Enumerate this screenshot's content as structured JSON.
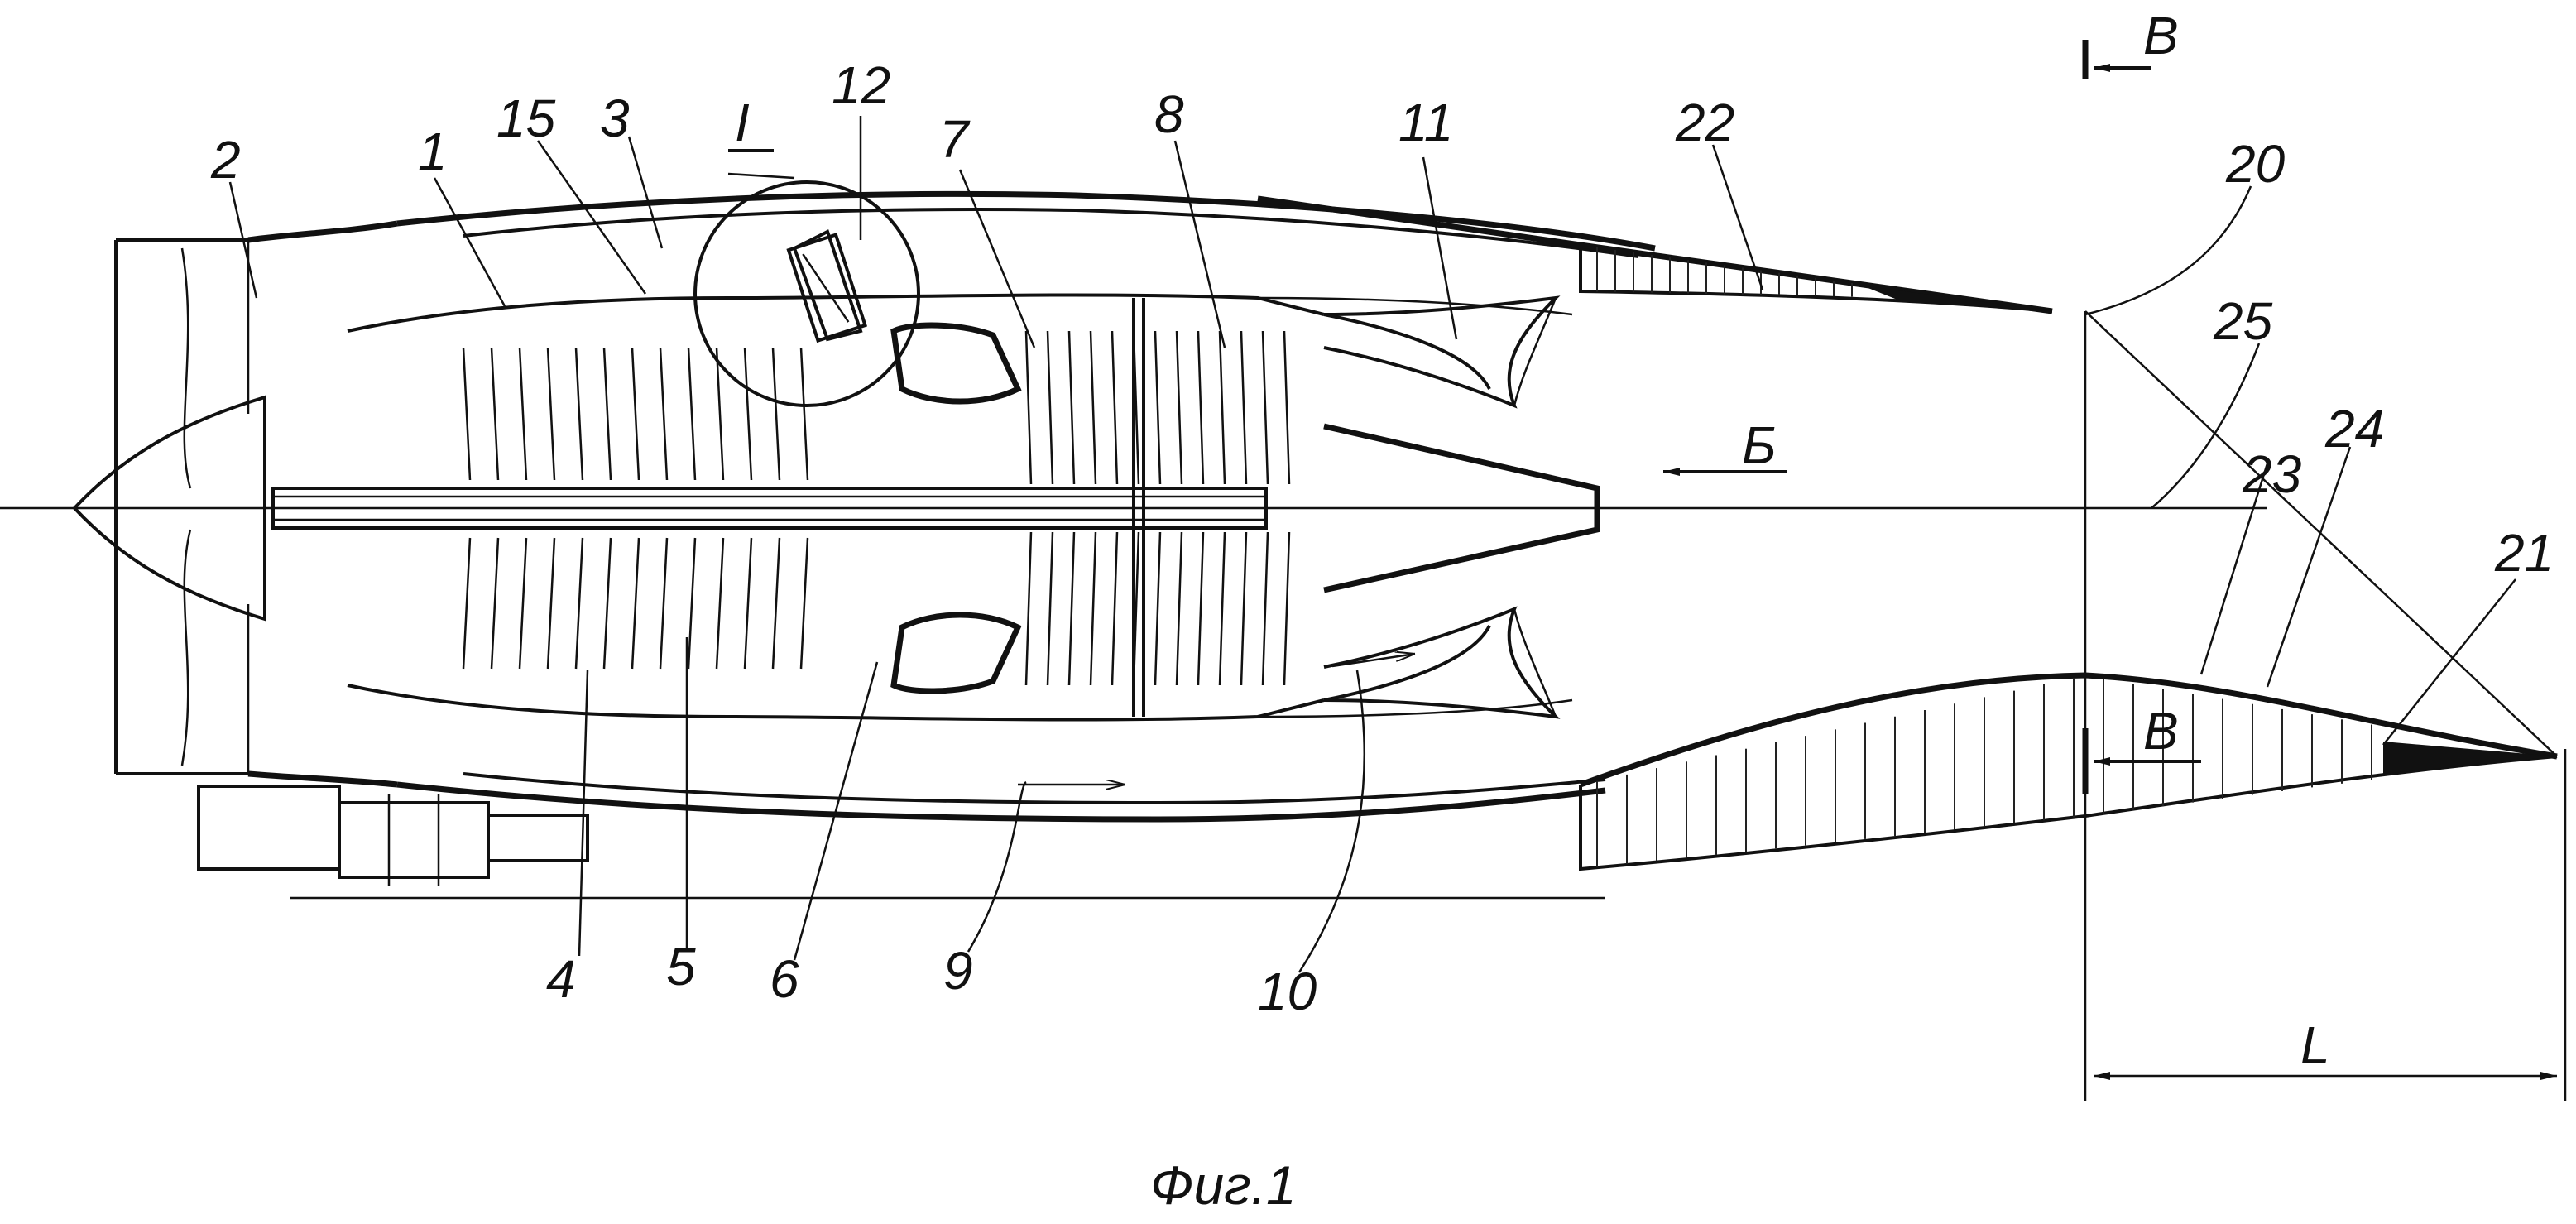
{
  "figure": {
    "caption": "Фиг.1",
    "labels": {
      "n1": "1",
      "n2": "2",
      "n3": "3",
      "n4": "4",
      "n5": "5",
      "n6": "6",
      "n7": "7",
      "n8": "8",
      "n9": "9",
      "n10": "10",
      "n11": "11",
      "n12": "12",
      "n15": "15",
      "n20": "20",
      "n21": "21",
      "n22": "22",
      "n23": "23",
      "n24": "24",
      "n25": "25",
      "detail_I": "I",
      "view_B_top": "В",
      "view_B_section": "В",
      "flow_B": "Б",
      "dim_L": "L"
    }
  }
}
